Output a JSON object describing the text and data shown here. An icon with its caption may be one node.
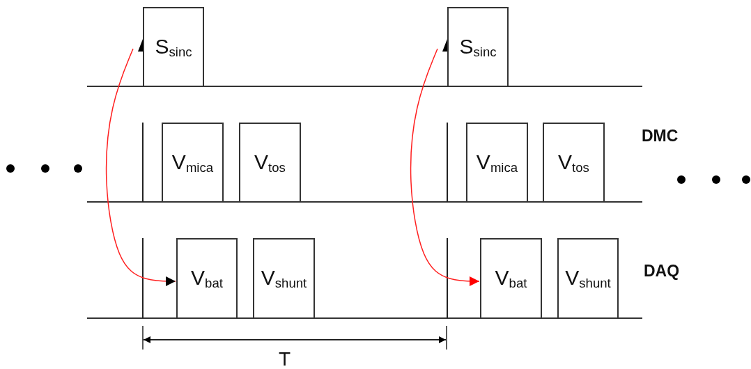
{
  "diagram": {
    "nodes": [
      {
        "text": [
          "S$_{sinc}$"
        ]
      },
      {
        "text": [
          "S$_{sinc}$"
        ]
      },
      {
        "text": [
          "V$_{mica}$"
        ]
      },
      {
        "text": [
          "V$_{tos}$"
        ]
      },
      {
        "text": [
          "V$_{mica}$"
        ]
      },
      {
        "text": [
          "V$_{tos}$"
        ]
      },
      {
        "text": [
          "V$_{bat}$"
        ]
      },
      {
        "text": [
          "V$_{shunt}$"
        ]
      },
      {
        "text": [
          "V$_{bat}$"
        ]
      },
      {
        "text": [
          "V$_{shunt}$"
        ]
      }
    ],
    "edges": [
      {
        "from": 0,
        "to": 6,
        "arrow": "to"
      },
      {
        "from": 1,
        "to": 8,
        "arrow": "to",
        "color": "#ff0000"
      }
    ],
    "labels": [
      "DMC",
      "DAQ",
      "T"
    ]
  }
}
